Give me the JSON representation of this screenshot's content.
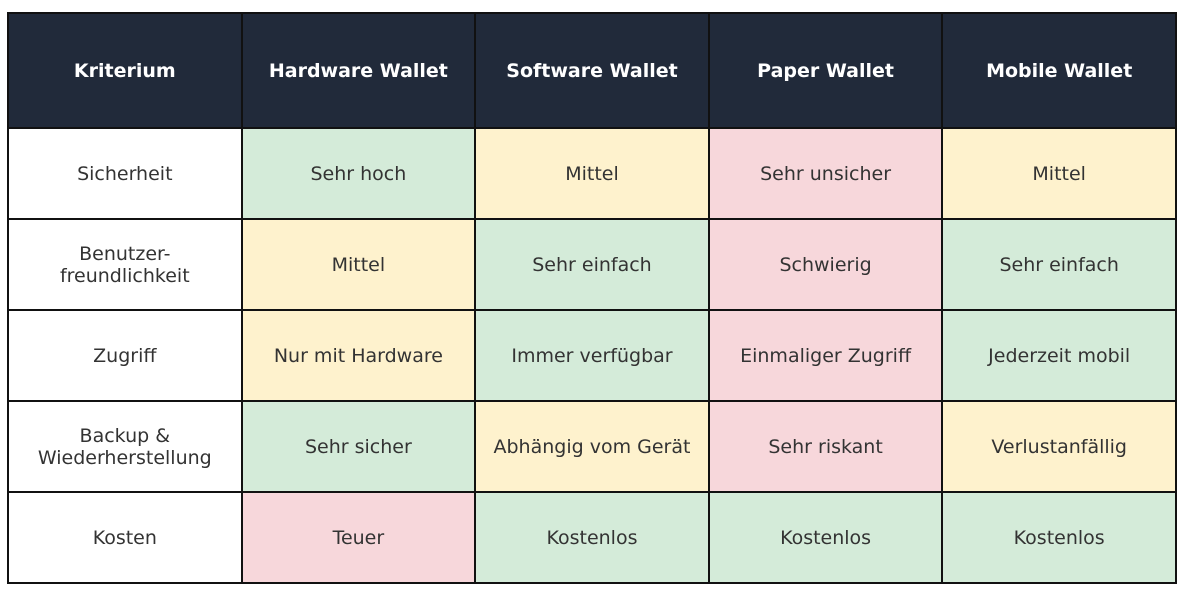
{
  "colors": {
    "header": "#212a3a",
    "good": "#d4ebd9",
    "mid": "#fef2cd",
    "bad": "#f7d7db"
  },
  "table": {
    "headers": [
      "Kriterium",
      "Hardware Wallet",
      "Software Wallet",
      "Paper Wallet",
      "Mobile Wallet"
    ],
    "rows": [
      {
        "criterion": "Sicherheit",
        "cells": [
          {
            "text": "Sehr hoch",
            "rating": "good"
          },
          {
            "text": "Mittel",
            "rating": "mid"
          },
          {
            "text": "Sehr unsicher",
            "rating": "bad"
          },
          {
            "text": "Mittel",
            "rating": "mid"
          }
        ]
      },
      {
        "criterion": "Benutzer-\nfreundlichkeit",
        "cells": [
          {
            "text": "Mittel",
            "rating": "mid"
          },
          {
            "text": "Sehr einfach",
            "rating": "good"
          },
          {
            "text": "Schwierig",
            "rating": "bad"
          },
          {
            "text": "Sehr einfach",
            "rating": "good"
          }
        ]
      },
      {
        "criterion": "Zugriff",
        "cells": [
          {
            "text": "Nur mit Hardware",
            "rating": "mid"
          },
          {
            "text": "Immer verfügbar",
            "rating": "good"
          },
          {
            "text": "Einmaliger Zugriff",
            "rating": "bad"
          },
          {
            "text": "Jederzeit mobil",
            "rating": "good"
          }
        ]
      },
      {
        "criterion": "Backup &\nWiederherstellung",
        "cells": [
          {
            "text": "Sehr sicher",
            "rating": "good"
          },
          {
            "text": "Abhängig vom Gerät",
            "rating": "mid"
          },
          {
            "text": "Sehr riskant",
            "rating": "bad"
          },
          {
            "text": "Verlustanfällig",
            "rating": "mid"
          }
        ]
      },
      {
        "criterion": "Kosten",
        "cells": [
          {
            "text": "Teuer",
            "rating": "bad"
          },
          {
            "text": "Kostenlos",
            "rating": "good"
          },
          {
            "text": "Kostenlos",
            "rating": "good"
          },
          {
            "text": "Kostenlos",
            "rating": "good"
          }
        ]
      }
    ]
  }
}
